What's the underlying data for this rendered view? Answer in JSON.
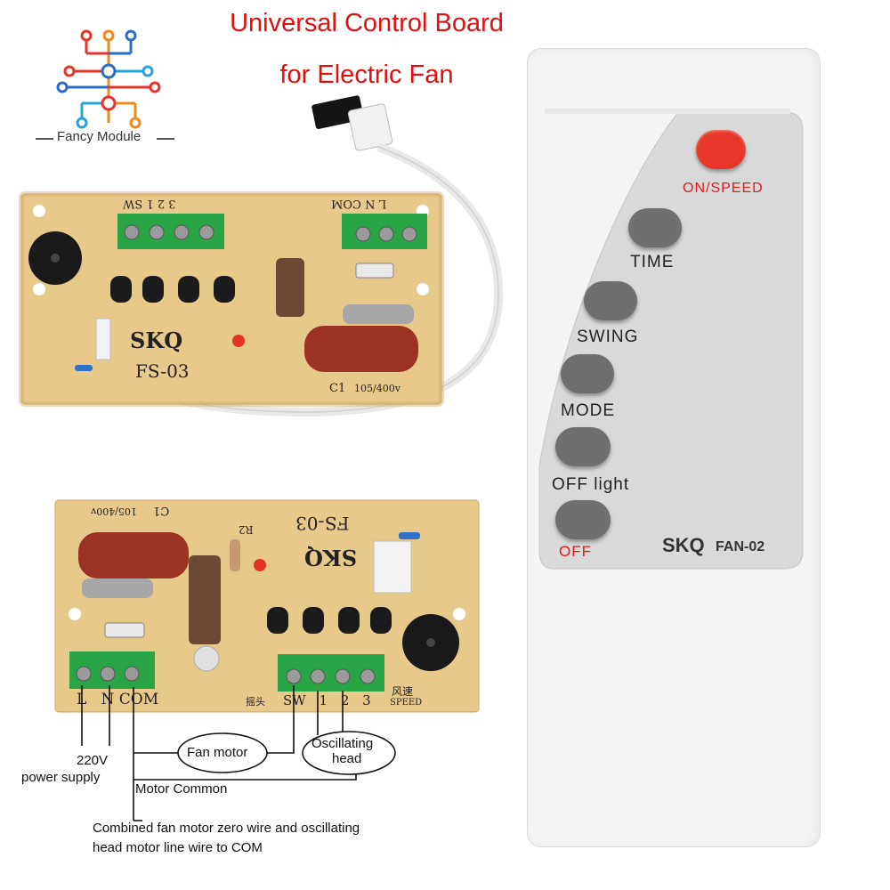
{
  "header": {
    "title_line1": "Universal Control Board",
    "title_line2": "for Electric Fan"
  },
  "logo": {
    "icon": "circuit-tree-icon",
    "text": "Fancy Module",
    "colors": [
      "#e8332a",
      "#2b6cc4",
      "#27a3d8",
      "#f08b1a"
    ]
  },
  "board_top": {
    "brand": "SKQ",
    "model": "FS-03",
    "capacitor": "C1",
    "capacitor_rating": "105/400v",
    "terminal_left_labels": [
      "3",
      "2",
      "1",
      "SW"
    ],
    "terminal_right_labels": [
      "L",
      "N",
      "COM"
    ]
  },
  "board_bottom": {
    "brand": "SKQ",
    "model": "FS-03",
    "capacitor": "C1",
    "capacitor_rating": "105/400v",
    "resistor": "R2",
    "power_terminal_labels": [
      "L",
      "N",
      "COM"
    ],
    "control_terminal_labels": [
      "SW",
      "1",
      "2",
      "3"
    ],
    "speed_cn": "风速",
    "speed_en": "SPEED",
    "swing_cn": "摇头"
  },
  "wiring": {
    "fan_motor": "Fan motor",
    "oscillating_head_l1": "Oscillating",
    "oscillating_head_l2": "head",
    "power_l1": "220V",
    "power_l2": "power supply",
    "motor_common": "Motor Common",
    "note_l1": "Combined fan motor zero wire and oscillating",
    "note_l2": "head motor line wire to COM"
  },
  "remote": {
    "brand": "SKQ",
    "model": "FAN-02",
    "buttons": [
      {
        "label": "ON/SPEED",
        "color": "#e8372a"
      },
      {
        "label": "TIME",
        "color": "#6f6f6f"
      },
      {
        "label": "SWING",
        "color": "#6f6f6f"
      },
      {
        "label": "MODE",
        "color": "#6f6f6f"
      },
      {
        "label": "OFF light",
        "color": "#6f6f6f"
      },
      {
        "label": "OFF",
        "color": "#6f6f6f"
      }
    ],
    "body_color": "#f4f4f4",
    "panel_color": "#d9d9d9",
    "accent_red": "#e21b1b"
  }
}
